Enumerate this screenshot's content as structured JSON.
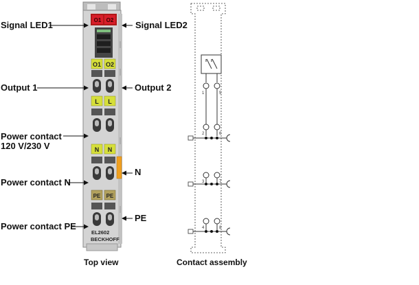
{
  "labels": {
    "signal_led1": "Signal LED1",
    "signal_led2": "Signal LED2",
    "output1": "Output 1",
    "output2": "Output 2",
    "power_contact": "Power contact",
    "power_contact_voltage": "120 V/230 V",
    "n": "N",
    "power_contact_n": "Power contact N",
    "pe": "PE",
    "power_contact_pe": "Power contact PE"
  },
  "captions": {
    "top_view": "Top view",
    "contact_assembly": "Contact assembly"
  },
  "module": {
    "led_labels": [
      "O1",
      "O2"
    ],
    "output_tags": [
      "O1",
      "O2"
    ],
    "l_tags": [
      "L",
      "L"
    ],
    "n_tags": [
      "N",
      "N"
    ],
    "pe_tags": [
      "PE",
      "PE"
    ],
    "model": "EL2602",
    "brand": "BECKHOFF"
  },
  "contact_numbers": {
    "row1": [
      "1",
      "5"
    ],
    "row2": [
      "2",
      "6"
    ],
    "row3": [
      "3",
      "7"
    ],
    "row4": [
      "4",
      "8"
    ]
  },
  "colors": {
    "led_red": "#d81e2a",
    "tag_yellow": "#d6df3a",
    "tag_khaki": "#b2a15e",
    "module_grey": "#d4d4d4",
    "orange_contact": "#f0a020"
  }
}
